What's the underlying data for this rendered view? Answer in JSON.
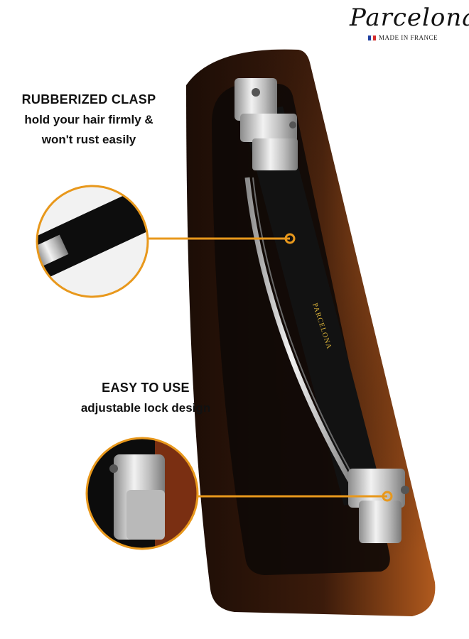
{
  "brand": {
    "logo_text": "Parcelona",
    "made_in": "MADE IN FRANCE",
    "engraved_text": "PARCELONA"
  },
  "callouts": [
    {
      "title": "RUBBERIZED CLASP",
      "lines": [
        "hold your hair firmly &",
        "won't rust easily"
      ]
    },
    {
      "title": "EASY TO USE",
      "lines": [
        "adjustable lock design"
      ]
    }
  ],
  "colors": {
    "accent": "#e8981c",
    "tortoise_dark": "#2a140a",
    "tortoise_light": "#9a4e1c",
    "black_clasp": "#101010",
    "metal": "#cfcfcf",
    "flag_blue": "#1f3fa0",
    "flag_white": "#ffffff",
    "flag_red": "#d42b2b"
  }
}
